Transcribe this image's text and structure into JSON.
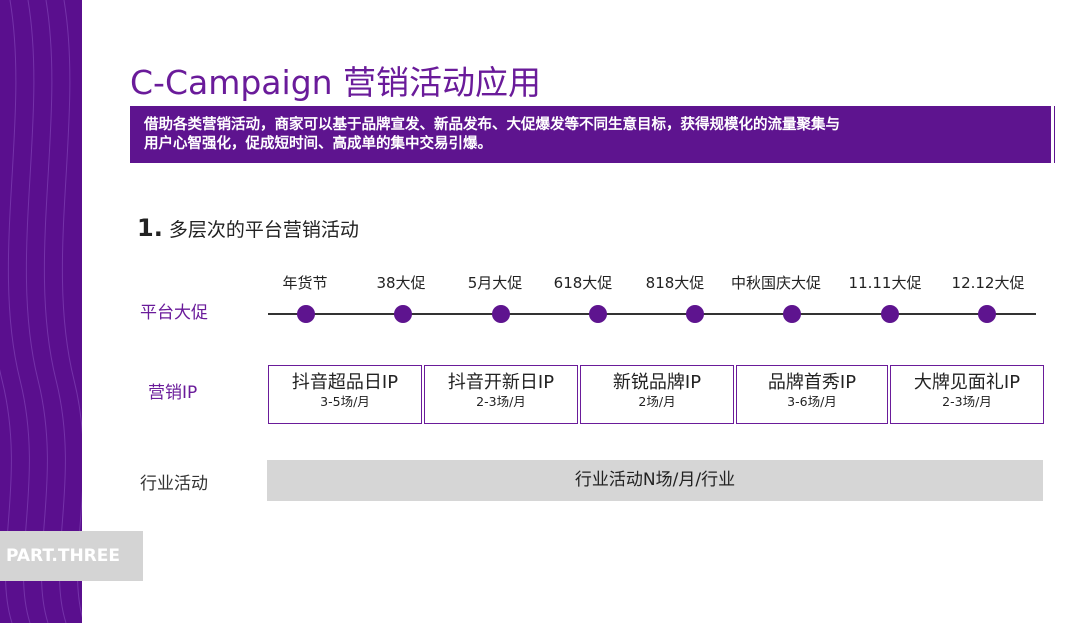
{
  "part_tag": "PART.THREE",
  "title": "C-Campaign 营销活动应用",
  "banner": {
    "line1": "借助各类营销活动，商家可以基于品牌宣发、新品发布、大促爆发等不同生意目标，获得规模化的流量聚集与",
    "line2": "用户心智强化，促成短时间、高成单的集中交易引爆。"
  },
  "section": {
    "number": "1.",
    "title": "多层次的平台营销活动"
  },
  "rows": {
    "platform": "平台大促",
    "marketing_ip": "营销IP",
    "industry": "行业活动"
  },
  "timeline": [
    "年货节",
    "38大促",
    "5月大促",
    "618大促",
    "818大促",
    "中秋国庆大促",
    "11.11大促",
    "12.12大促"
  ],
  "ip_boxes": [
    {
      "name": "抖音超品日IP",
      "freq": "3-5场/月"
    },
    {
      "name": "抖音开新日IP",
      "freq": "2-3场/月"
    },
    {
      "name": "新锐品牌IP",
      "freq": "2场/月"
    },
    {
      "name": "品牌首秀IP",
      "freq": "3-6场/月"
    },
    {
      "name": "大牌见面礼IP",
      "freq": "2-3场/月"
    }
  ],
  "industry_bar": "行业活动N场/月/行业",
  "colors": {
    "brand_purple": "#5e148f",
    "title_purple": "#6a1b9a",
    "gray_bar": "#d6d6d6"
  }
}
